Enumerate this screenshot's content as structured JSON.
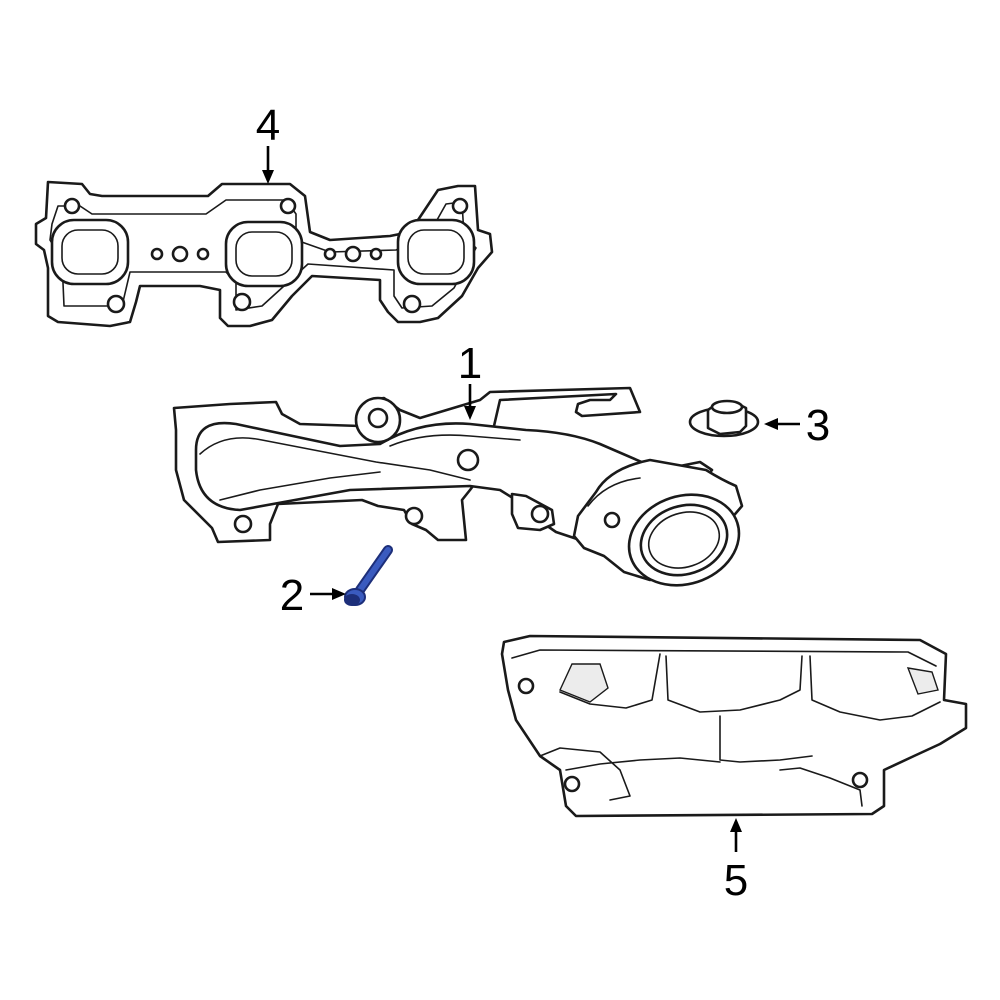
{
  "callouts": [
    {
      "id": "manifold",
      "label": "1"
    },
    {
      "id": "bolt",
      "label": "2"
    },
    {
      "id": "nut",
      "label": "3"
    },
    {
      "id": "gasket",
      "label": "4"
    },
    {
      "id": "heat-shield",
      "label": "5"
    }
  ],
  "colors": {
    "line": "#1a1a1a",
    "highlight": "#3a5bbf",
    "highlight_dark": "#1d2f7a",
    "background": "#ffffff"
  }
}
